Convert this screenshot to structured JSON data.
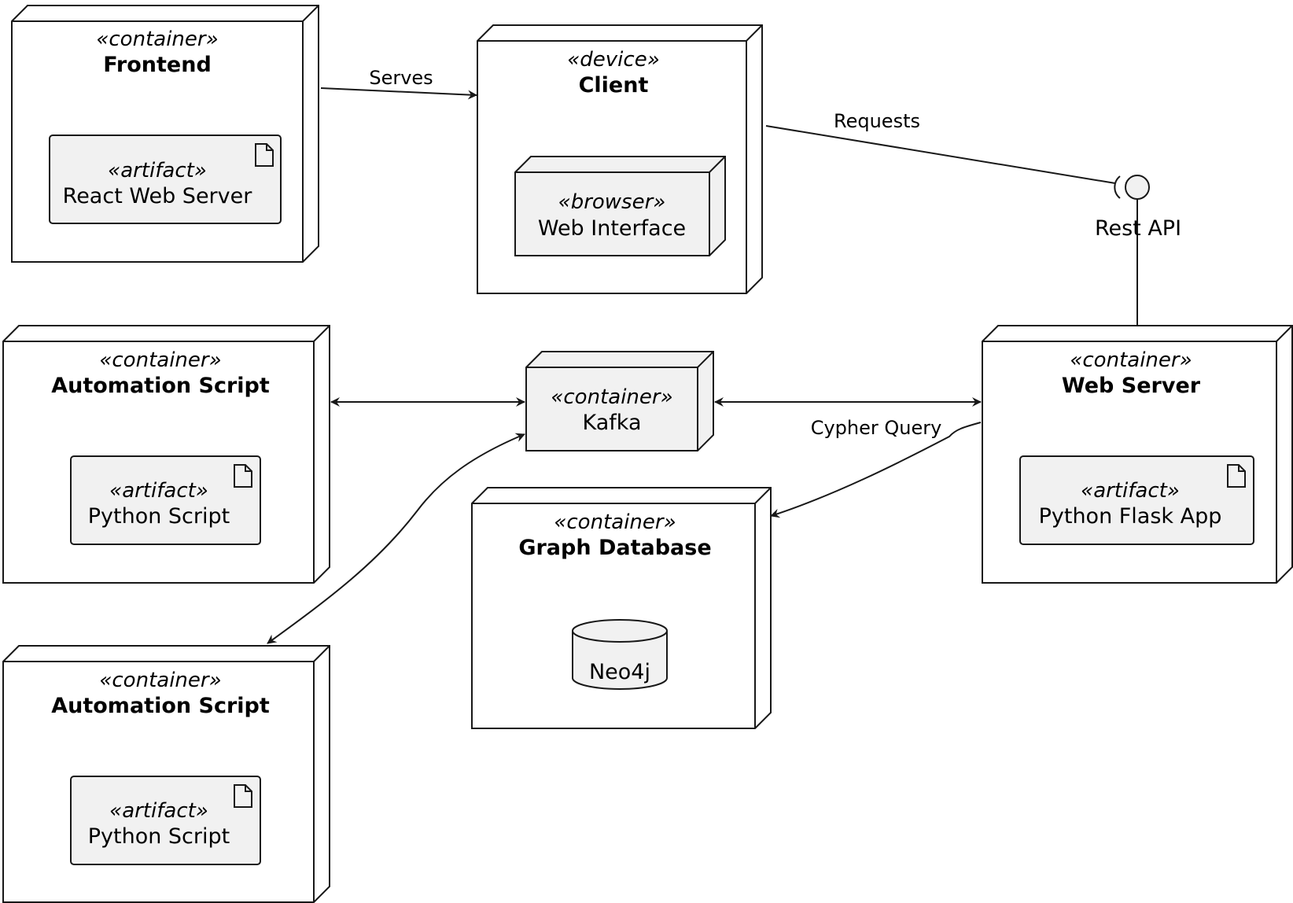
{
  "colors": {
    "node_fill": "#ffffff",
    "inner_fill": "#f1f1f1",
    "stroke": "#181818"
  },
  "nodes": {
    "frontend": {
      "stereotype": "«container»",
      "title": "Frontend"
    },
    "client": {
      "stereotype": "«device»",
      "title": "Client"
    },
    "automation1": {
      "stereotype": "«container»",
      "title": "Automation Script"
    },
    "automation2": {
      "stereotype": "«container»",
      "title": "Automation Script"
    },
    "kafka": {
      "stereotype": "«container»",
      "title": "Kafka"
    },
    "graphdb": {
      "stereotype": "«container»",
      "title": "Graph Database"
    },
    "webserver": {
      "stereotype": "«container»",
      "title": "Web Server"
    }
  },
  "artifacts": {
    "react": {
      "stereotype": "«artifact»",
      "name": "React Web Server"
    },
    "browser": {
      "stereotype": "«browser»",
      "name": "Web Interface"
    },
    "python1": {
      "stereotype": "«artifact»",
      "name": "Python Script"
    },
    "python2": {
      "stereotype": "«artifact»",
      "name": "Python Script"
    },
    "flask": {
      "stereotype": "«artifact»",
      "name": "Python Flask App"
    },
    "neo4j": {
      "name": "Neo4j"
    }
  },
  "interface": {
    "name": "Rest API"
  },
  "edges": {
    "serves": "Serves",
    "requests": "Requests",
    "cypher": "Cypher Query"
  }
}
